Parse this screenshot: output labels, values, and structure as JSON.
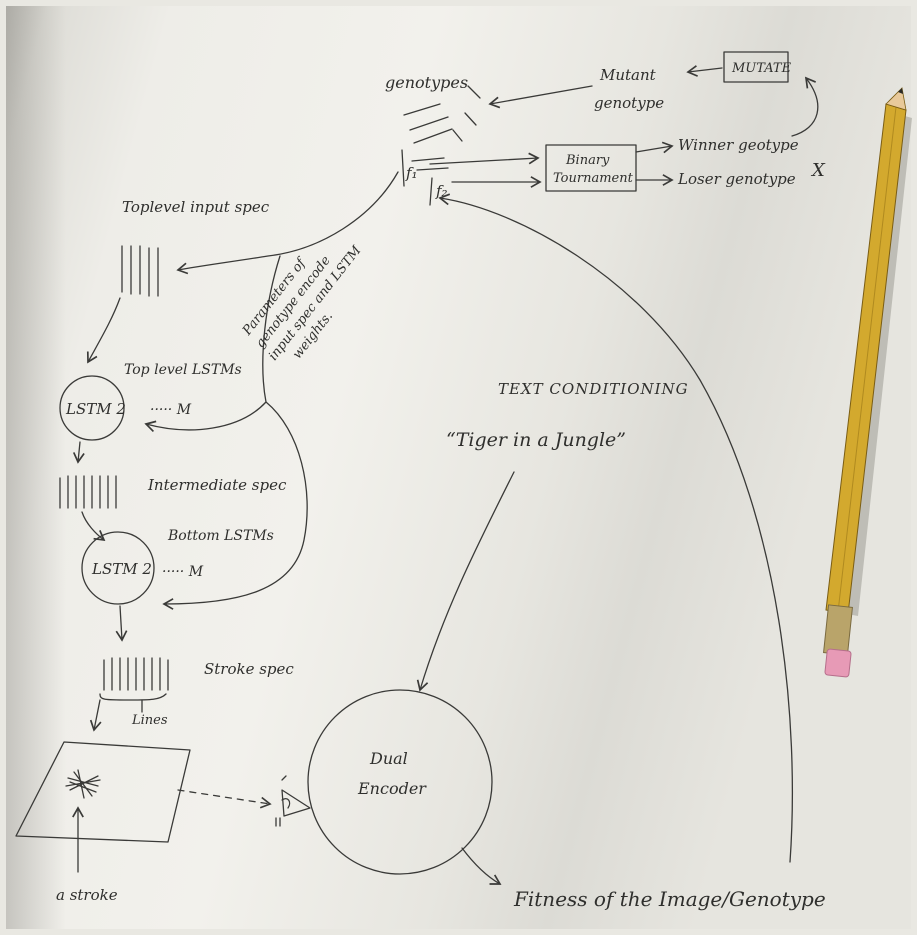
{
  "labels": {
    "genotypes": "genotypes",
    "mutant_genotype_1": "Mutant",
    "mutant_genotype_2": "genotype",
    "mutate": "MUTATE",
    "f1": "f₁",
    "f2": "f₂",
    "binary_tournament_1": "Binary",
    "binary_tournament_2": "Tournament",
    "winner_genotype": "Winner geotype",
    "loser_genotype": "Loser genotype",
    "loser_mark": "X",
    "toplevel_input_spec": "Toplevel input spec",
    "params_line1": "Parameters of",
    "params_line2": "genotype encode",
    "params_line3": "input spec and LSTM",
    "params_line4": "weights.",
    "toplevel_lstms": "Top level LSTMs",
    "lstm_top": "LSTM 2",
    "dots_m_top": "····· M",
    "intermediate_spec": "Intermediate spec",
    "bottom_lstms": "Bottom LSTMs",
    "lstm_bottom": "LSTM 2",
    "dots_m_bottom": "····· M",
    "stroke_spec": "Stroke spec",
    "lines": "Lines",
    "a_stroke": "a stroke",
    "text_conditioning": "TEXT CONDITIONING",
    "prompt": "“Tiger in a Jungle”",
    "dual_1": "Dual",
    "dual_2": "Encoder",
    "fitness": "Fitness of the Image/Genotype"
  },
  "colors": {
    "ink": "#3a3a38",
    "paper": "#f2f1ec",
    "pencil": "#d3a92e",
    "eraser": "#e79ab6"
  }
}
